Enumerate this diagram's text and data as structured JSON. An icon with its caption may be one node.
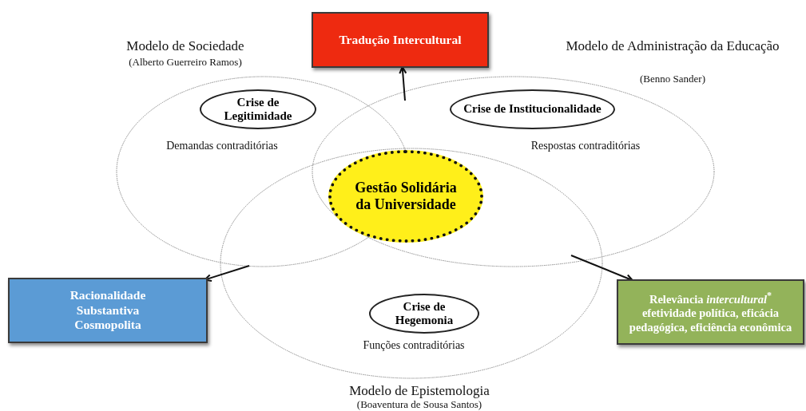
{
  "diagram": {
    "nodes": [
      {
        "text": [
          "Tradução Intercultural"
        ]
      },
      {
        "text": [
          "Modelo de Sociedade",
          "(Alberto Guerreiro Ramos)",
          "Demandas contraditórias"
        ]
      },
      {
        "text": [
          "Modelo de Administração da Educação",
          "(Benno Sander)",
          "Respostas contraditórias"
        ]
      },
      {
        "text": [
          "Funções contraditórias",
          "Modelo de Epistemologia",
          "(Boaventura de Sousa Santos)"
        ]
      },
      {
        "text": [
          "Crise de Legitimidade"
        ],
        "in": 1
      },
      {
        "text": [
          "Crise de Institucionalidade"
        ],
        "in": 2
      },
      {
        "text": [
          "Gestão Solidária da Universidade"
        ]
      },
      {
        "text": [
          "Crise de Hegemonia"
        ],
        "in": 3
      },
      {
        "text": [
          "Racionalidade Substantiva Cosmopolita"
        ]
      },
      {
        "text": [
          "Relevância *intercultural*$^{*}$ efetividade política, eficácia pedagógica, eficiência econômica"
        ]
      }
    ],
    "edges": [
      {
        "from": 2,
        "to": 0,
        "arrow": "to"
      },
      {
        "from": 1,
        "to": 8,
        "arrow": "to"
      },
      {
        "from": 2,
        "to": 9,
        "arrow": "to"
      }
    ]
  }
}
